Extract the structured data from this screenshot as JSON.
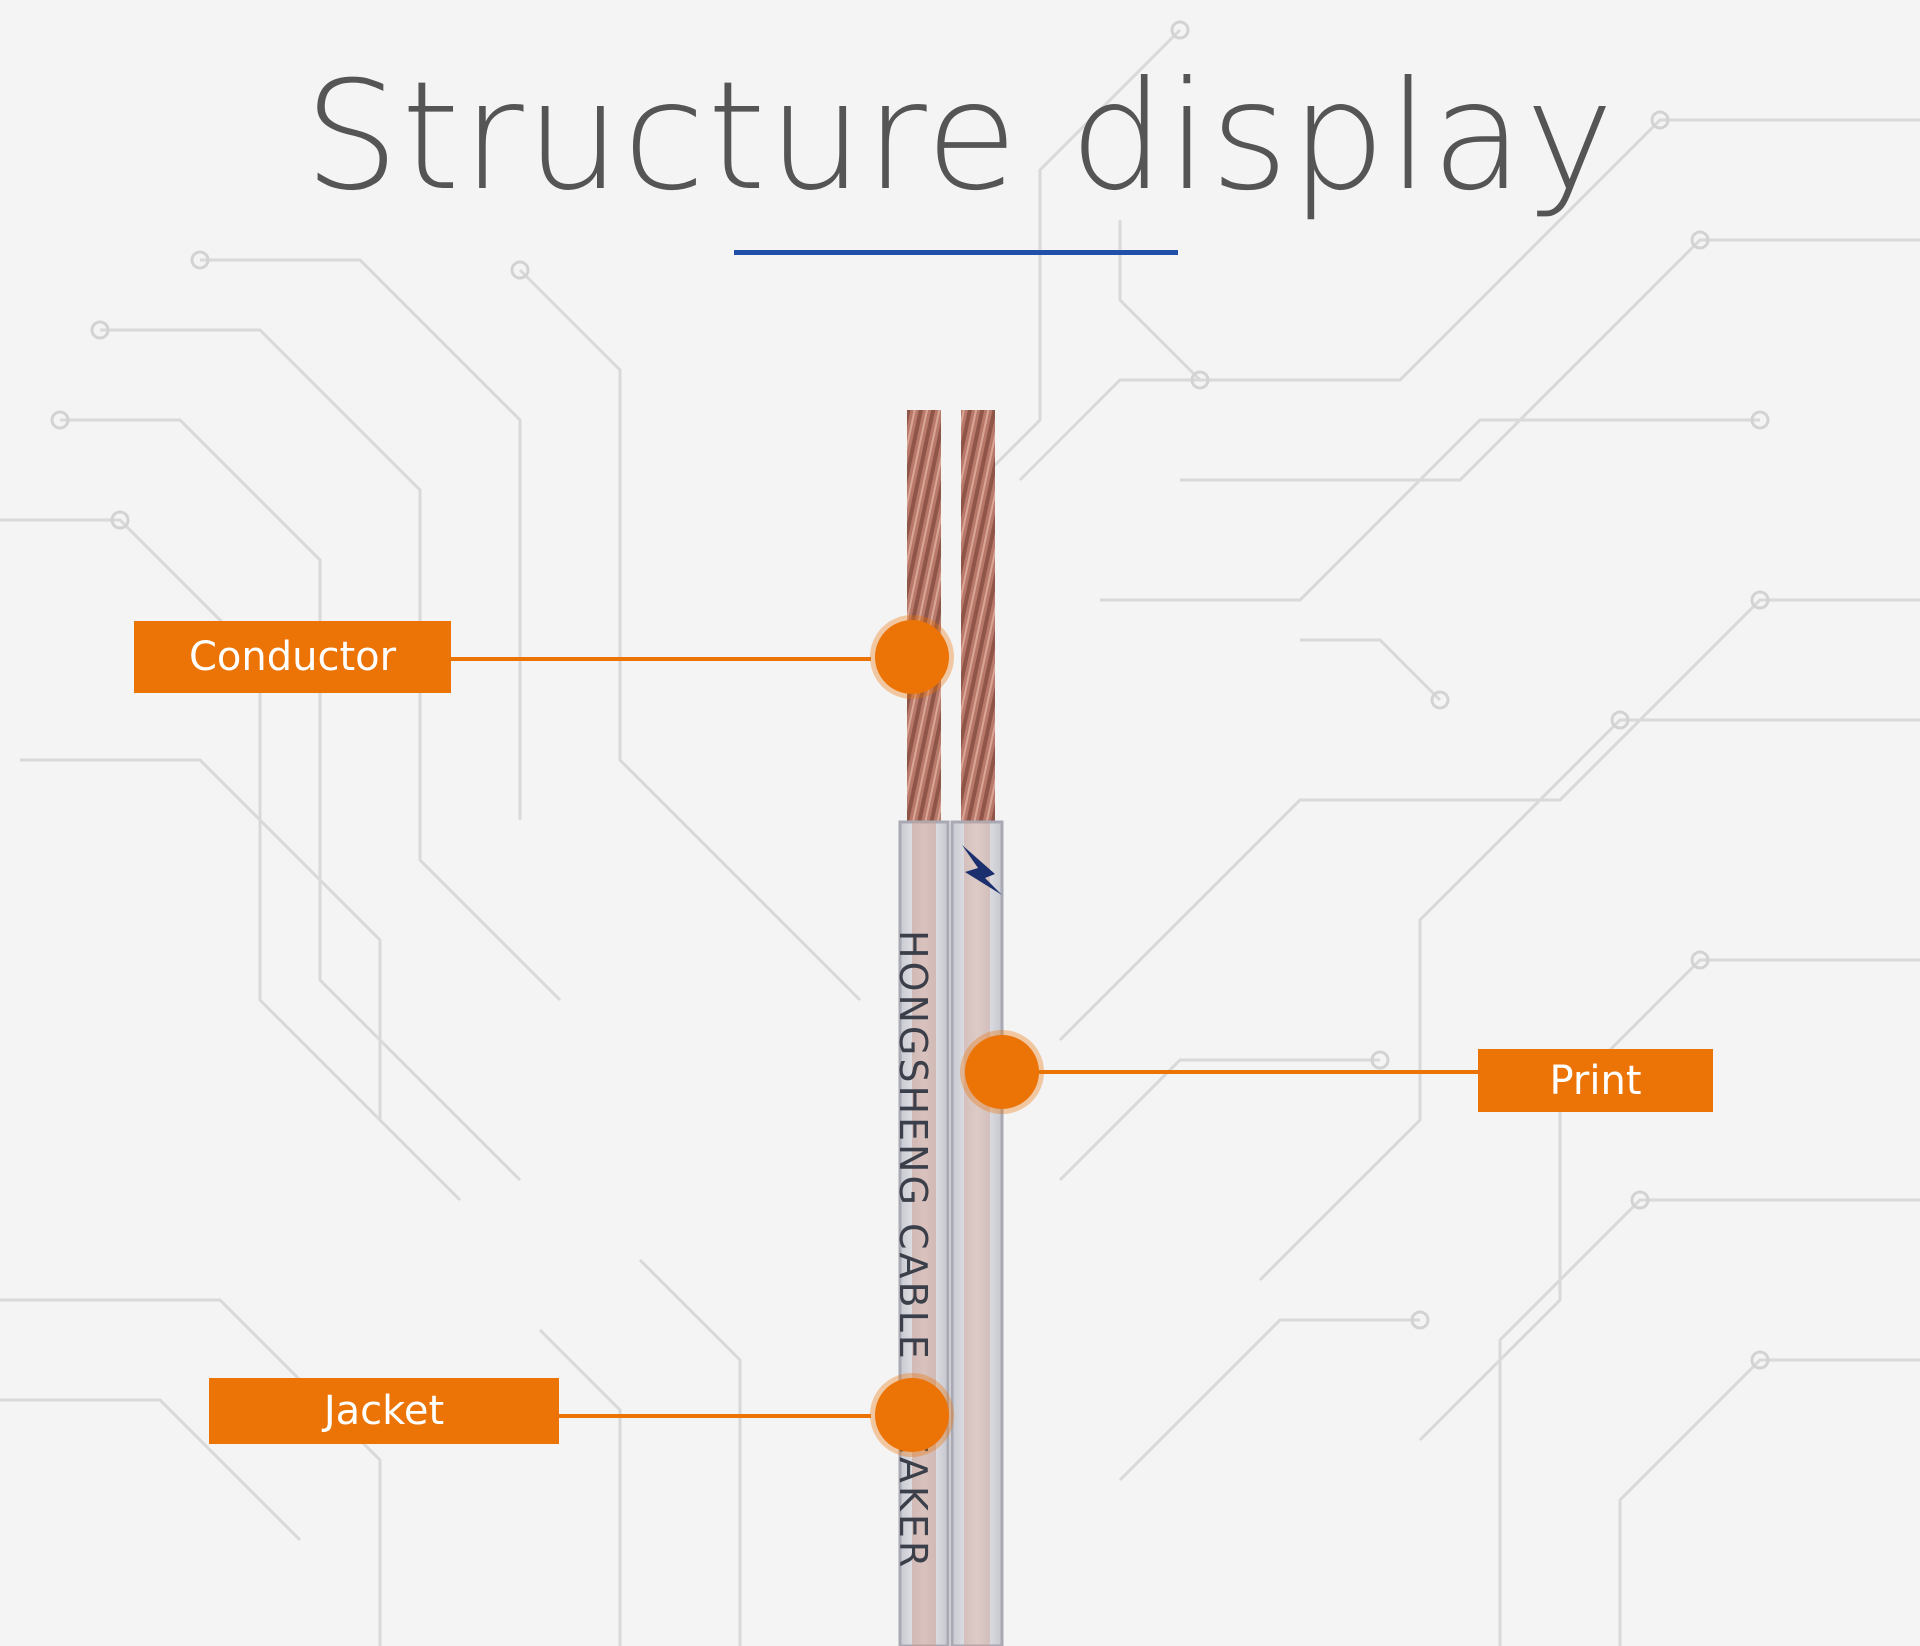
{
  "title": "Structure display",
  "print_text": "HONGSHENG CABLE SPEAKER",
  "callouts": {
    "conductor": "Conductor",
    "print": "Print",
    "jacket": "Jacket"
  },
  "colors": {
    "accent": "#ec7305",
    "underline": "#1f4fa8",
    "title": "#555555",
    "circuit_lines": "#d6d6d6",
    "copper": "#b8796a"
  },
  "icons": {
    "logo": "bird-logo-icon"
  }
}
